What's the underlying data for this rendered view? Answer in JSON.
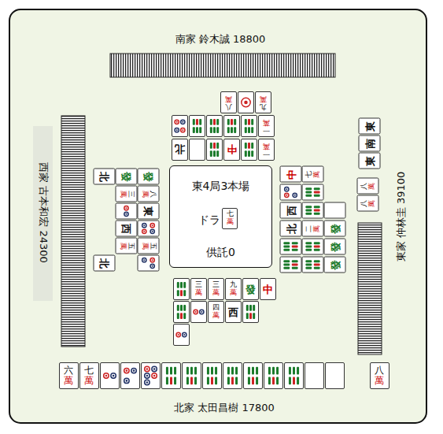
{
  "diagram": {
    "nodes": [
      {
        "text": [
          "東4局3本場",
          "ドラ",
          "供託0"
        ]
      }
    ],
    "labels": [
      "南家 鈴木誠 18800",
      "西家 古本和宏 24300",
      "東家 仲林圭 39100",
      "北家 太田昌樹 17800",
      "六萬",
      "七萬",
      "八萬",
      "七萬",
      "三萬",
      "三萬",
      "九萬",
      "發",
      "中",
      "四萬",
      "西",
      "北",
      "發",
      "發",
      "三萬",
      "八萬",
      "東",
      "西",
      "五萬",
      "五萬",
      "北",
      "八萬",
      "九萬",
      "一萬",
      "北",
      "中",
      "一萬",
      "中",
      "七萬",
      "西",
      "北",
      "二萬",
      "發",
      "發",
      "發",
      "東",
      "南",
      "東",
      "八萬",
      "八萬"
    ]
  }
}
